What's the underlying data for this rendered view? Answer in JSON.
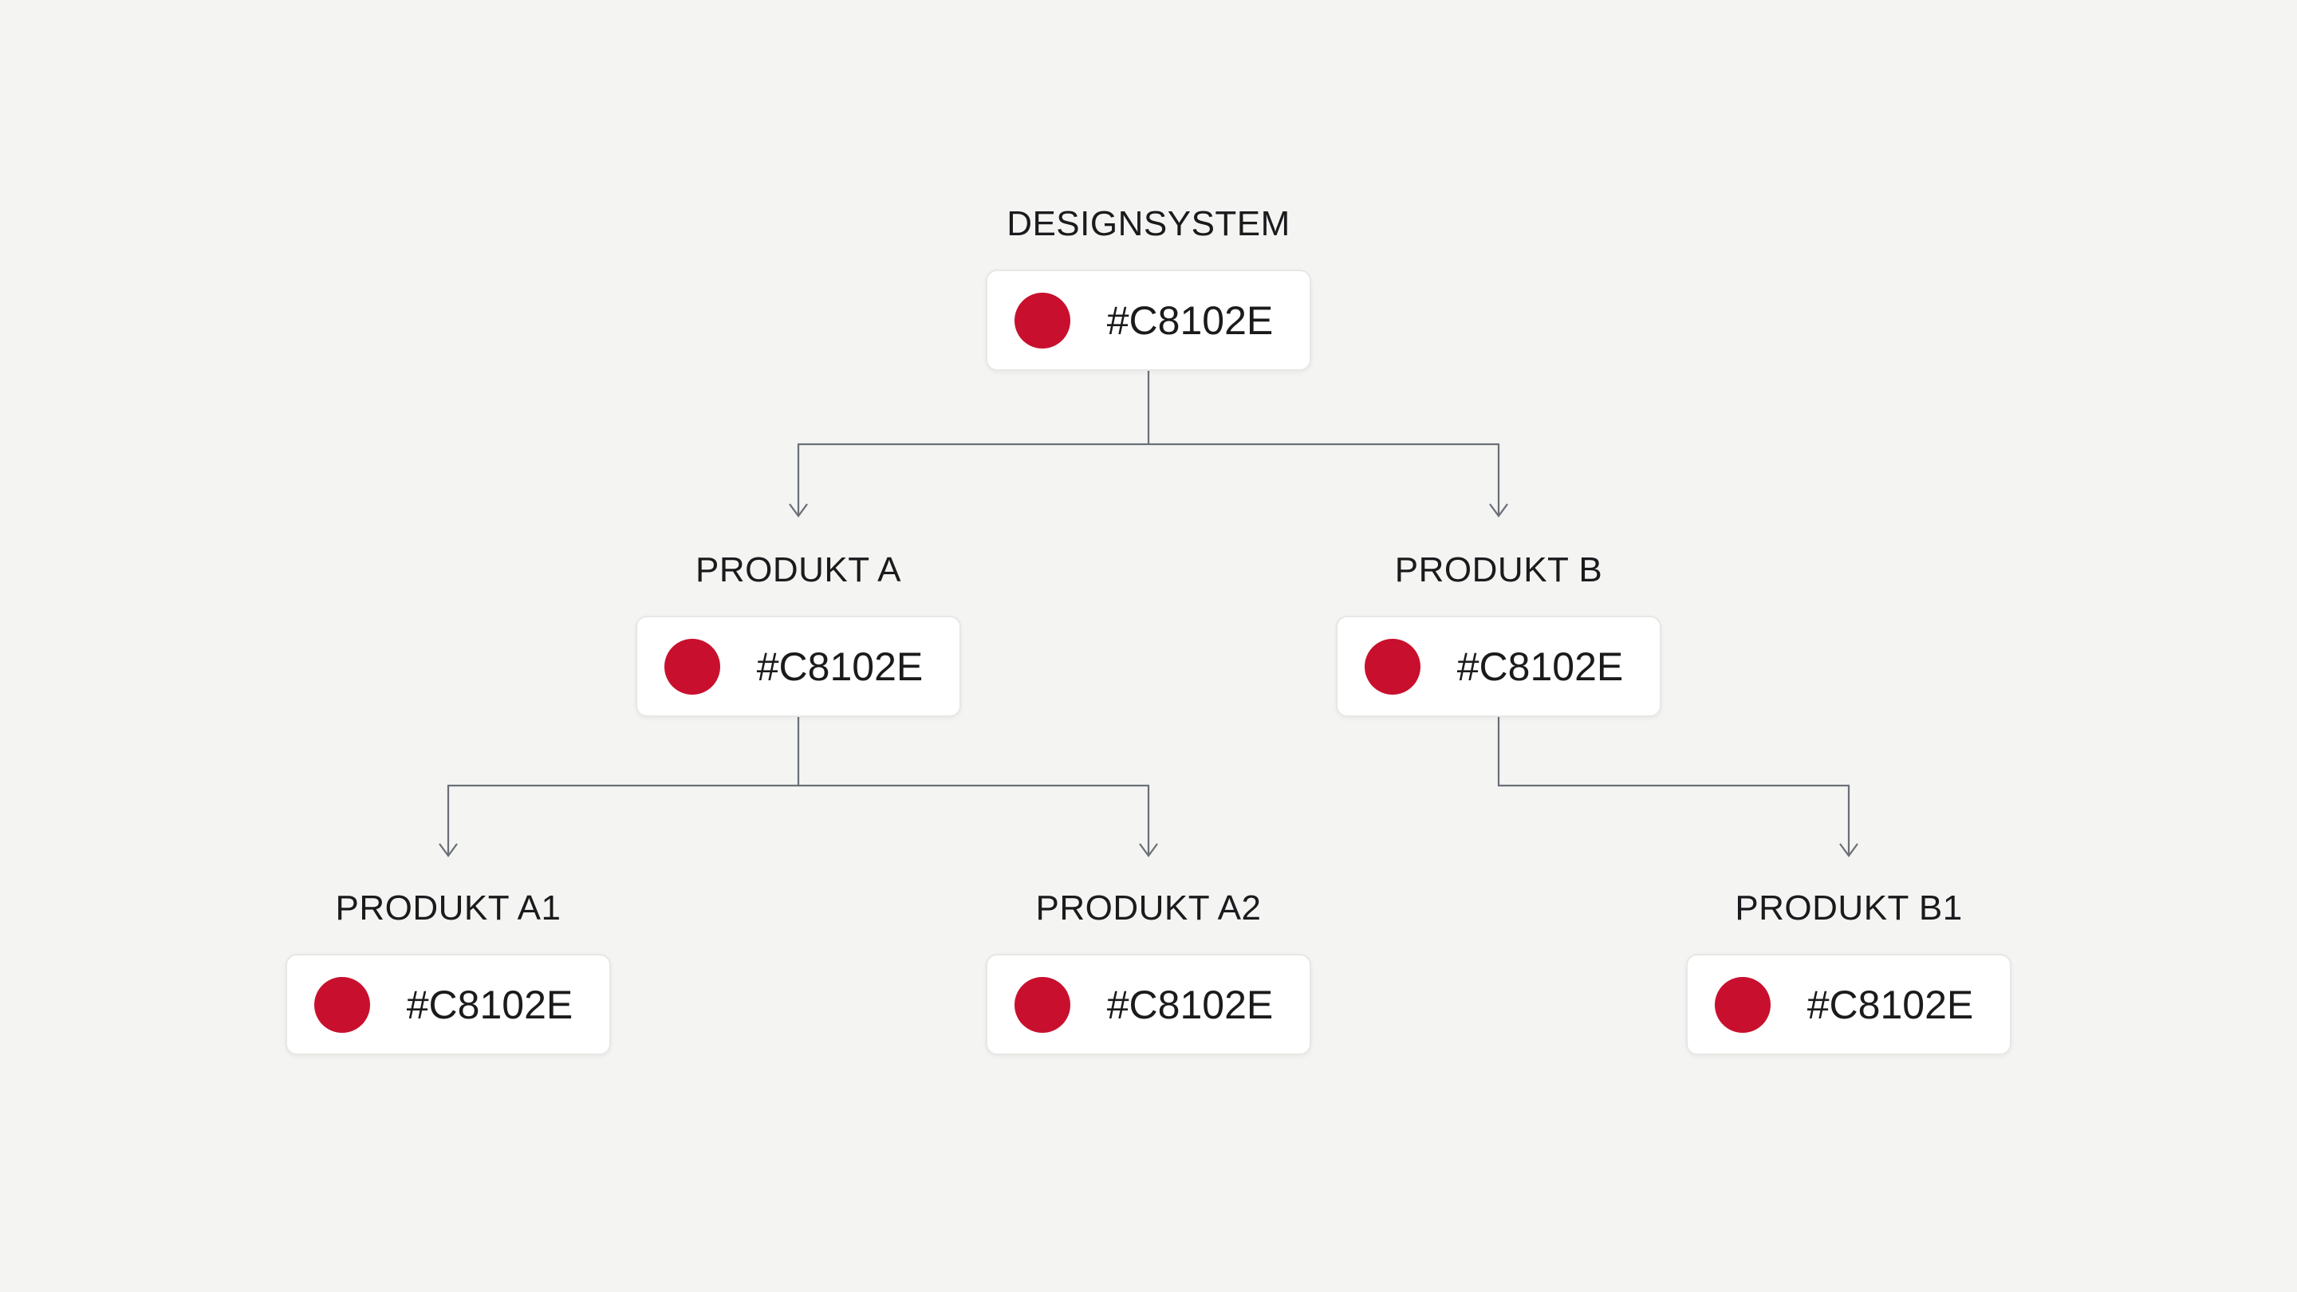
{
  "colors": {
    "bg": "#F4F4F3",
    "box_bg": "#FFFFFF",
    "box_border": "#E7E7E5",
    "text": "#1B1B1D",
    "line": "#6B7077",
    "accent": "#C8102E"
  },
  "diagram": {
    "nodes": {
      "designsystem": {
        "label": "DESIGNSYSTEM",
        "hex": "#C8102E",
        "swatch_color": "#C8102E"
      },
      "produkt_a": {
        "label": "PRODUKT A",
        "hex": "#C8102E",
        "swatch_color": "#C8102E"
      },
      "produkt_b": {
        "label": "PRODUKT B",
        "hex": "#C8102E",
        "swatch_color": "#C8102E"
      },
      "produkt_a1": {
        "label": "PRODUKT A1",
        "hex": "#C8102E",
        "swatch_color": "#C8102E"
      },
      "produkt_a2": {
        "label": "PRODUKT A2",
        "hex": "#C8102E",
        "swatch_color": "#C8102E"
      },
      "produkt_b1": {
        "label": "PRODUKT B1",
        "hex": "#C8102E",
        "swatch_color": "#C8102E"
      }
    }
  }
}
